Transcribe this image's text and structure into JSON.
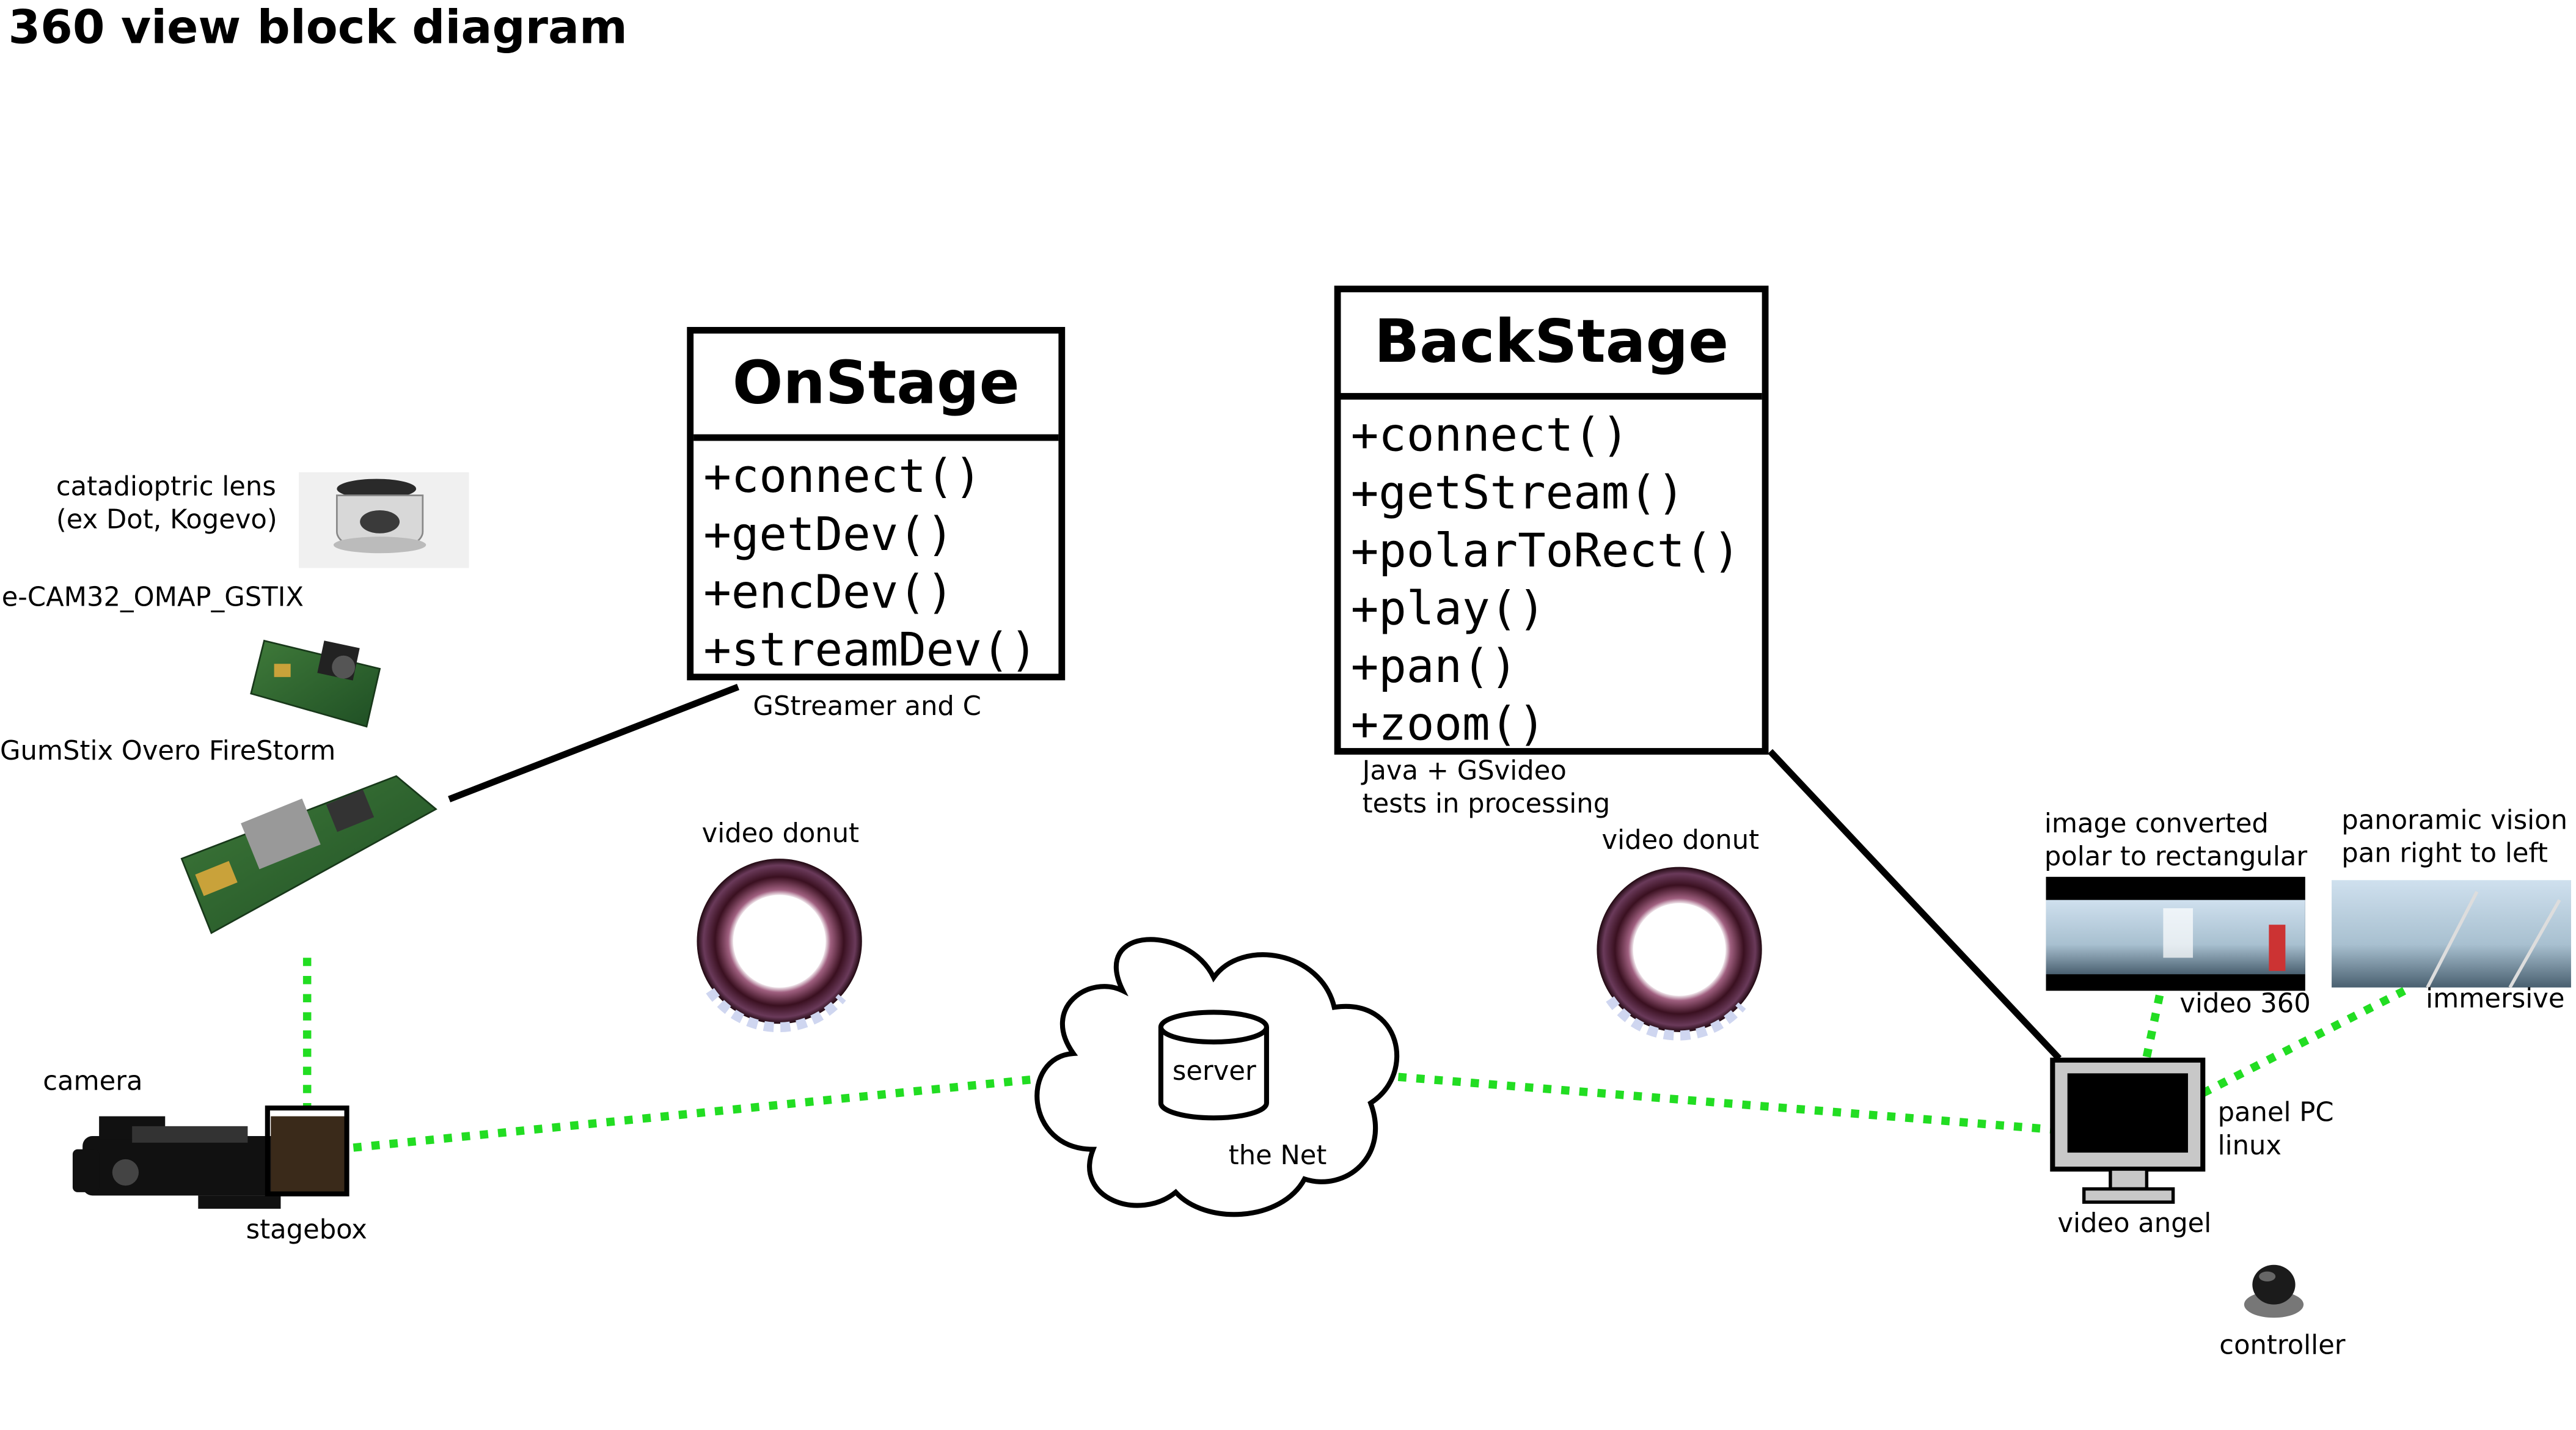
{
  "title": "360 view block diagram",
  "onstage": {
    "name": "OnStage",
    "methods": [
      "+connect()",
      "+getDev()",
      "+encDev()",
      "+streamDev()"
    ],
    "note": "GStreamer and C"
  },
  "backstage": {
    "name": "BackStage",
    "methods": [
      "+connect()",
      "+getStream()",
      "+polarToRect()",
      "+play()",
      "+pan()",
      "+zoom()"
    ],
    "note": "Java + GSvideo\ntests in processing"
  },
  "labels": {
    "lens": "catadioptric lens\n(ex Dot, Kogevo)",
    "ecam": "e-CAM32_OMAP_GSTIX",
    "gumstix": "GumStix Overo FireStorm",
    "camera": "camera",
    "stagebox": "stagebox",
    "donut_left": "video donut",
    "donut_right": "video donut",
    "server": "server",
    "net": "the Net",
    "converted": "image converted\npolar to rectangular",
    "panoramic": "panoramic vision\npan right to left",
    "video360": "video 360",
    "immersive": "immersive",
    "panel": "panel PC\nlinux",
    "video_angel": "video angel",
    "controller": "controller"
  },
  "colors": {
    "link_dotted": "#22dd22",
    "line": "#000000"
  }
}
